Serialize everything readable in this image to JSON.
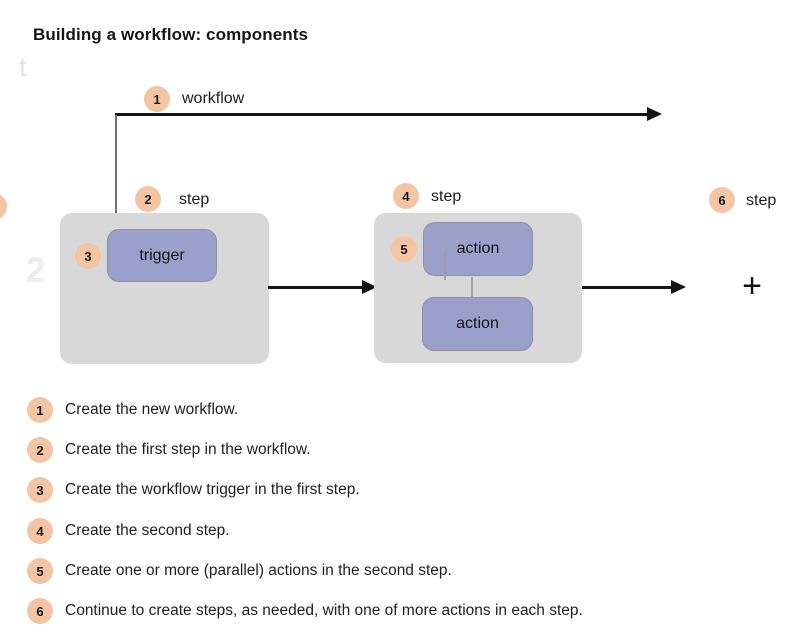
{
  "title": "Building a workflow: components",
  "colors": {
    "badge_peach": "#f3c5a3",
    "node_purple": "#9aa0ca",
    "step_gray": "#d8d8d8",
    "arrow_black": "#141414",
    "connector_gray": "#a3a3a3"
  },
  "watermarks": {
    "letter": "t",
    "number": "2"
  },
  "diagram": {
    "workflow": {
      "num": "1",
      "label": "workflow"
    },
    "step1": {
      "num": "2",
      "label": "step"
    },
    "trigger": {
      "num": "3",
      "label": "trigger"
    },
    "step2": {
      "num": "4",
      "label": "step"
    },
    "action_badge": {
      "num": "5"
    },
    "actions": [
      "action",
      "action"
    ],
    "next_step": {
      "num": "6",
      "label": "step",
      "plus": "+"
    }
  },
  "legend": [
    {
      "num": "1",
      "text": "Create the new workflow."
    },
    {
      "num": "2",
      "text": "Create the first step in the workflow."
    },
    {
      "num": "3",
      "text": "Create the workflow trigger in the first step."
    },
    {
      "num": "4",
      "text": "Create the second step."
    },
    {
      "num": "5",
      "text": "Create one or more (parallel) actions in the second step."
    },
    {
      "num": "6",
      "text": "Continue to create steps, as needed, with one of more actions in each step."
    }
  ]
}
